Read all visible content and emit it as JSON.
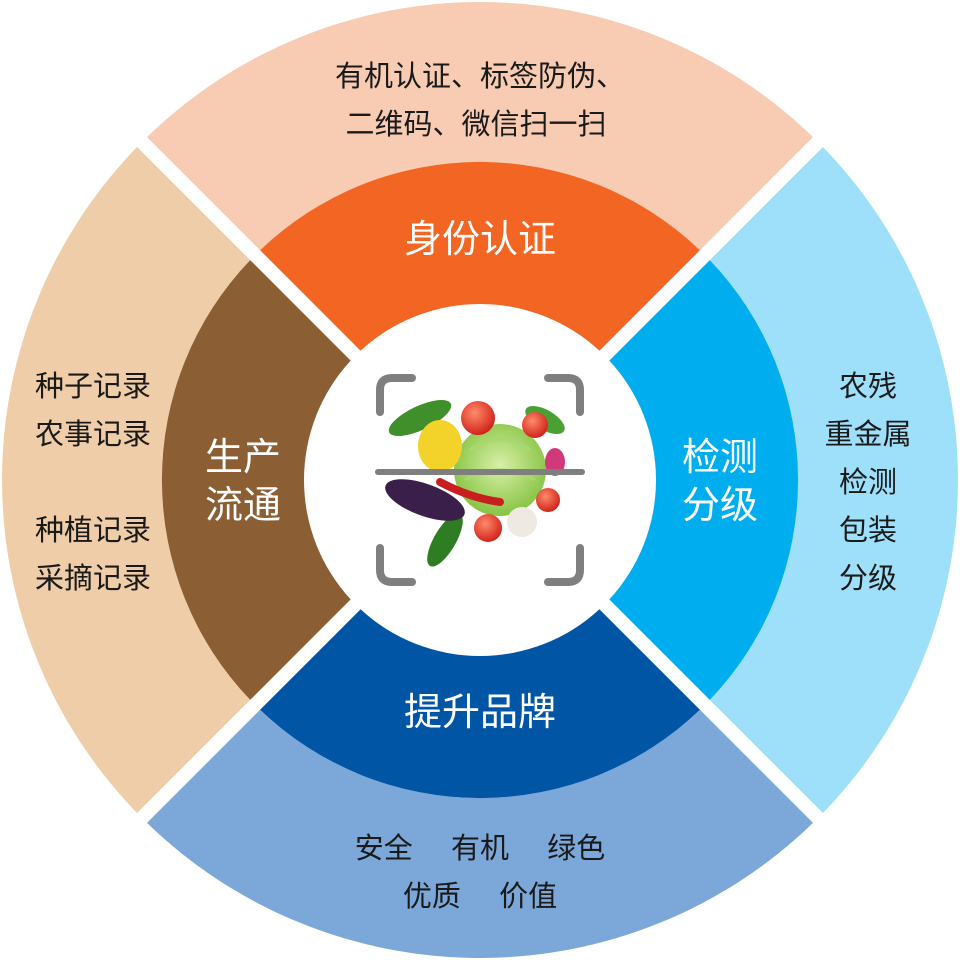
{
  "colors": {
    "top_outer": "#F8CBB3",
    "top_inner": "#F26522",
    "right_outer": "#9EDFFA",
    "right_inner": "#00AEEF",
    "bottom_outer": "#7BA7D9",
    "bottom_inner": "#0055A5",
    "left_outer": "#EECDA8",
    "left_inner": "#8B5E34",
    "frame": "#7F7F7F"
  },
  "segments": {
    "top": {
      "title": "身份认证",
      "details": [
        "有机认证、标签防伪、",
        "二维码、微信扫一扫"
      ]
    },
    "right": {
      "title": [
        "检测",
        "分级"
      ],
      "details": [
        "农残",
        "重金属",
        "检测",
        "包装",
        "分级"
      ]
    },
    "bottom": {
      "title": "提升品牌",
      "details": [
        "安全　 有机　 绿色",
        "优质　 价值"
      ]
    },
    "left": {
      "title": [
        "生产",
        "流通"
      ],
      "details": [
        "种子记录",
        "农事记录",
        "种植记录",
        "采摘记录"
      ]
    }
  },
  "center": {
    "image": "vegetables-scan-icon"
  }
}
